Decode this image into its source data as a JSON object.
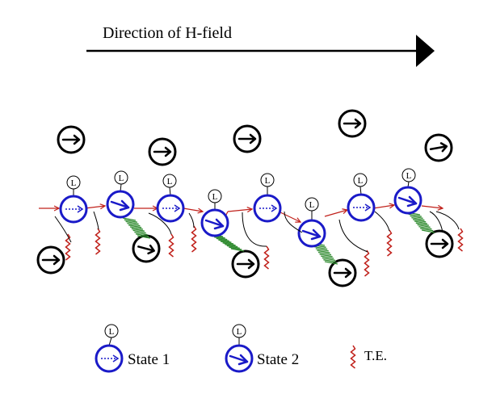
{
  "field_label": "Direction of H-field",
  "L_label": "L",
  "legend": {
    "state1": "State 1",
    "state2": "State  2",
    "te": "T.E."
  },
  "colors": {
    "state": "#1a1ac8",
    "black_atom": "#000000",
    "te_wave": "#c0201a",
    "spring": "#2e8a2e",
    "chain_arrow": "#c0201a"
  }
}
